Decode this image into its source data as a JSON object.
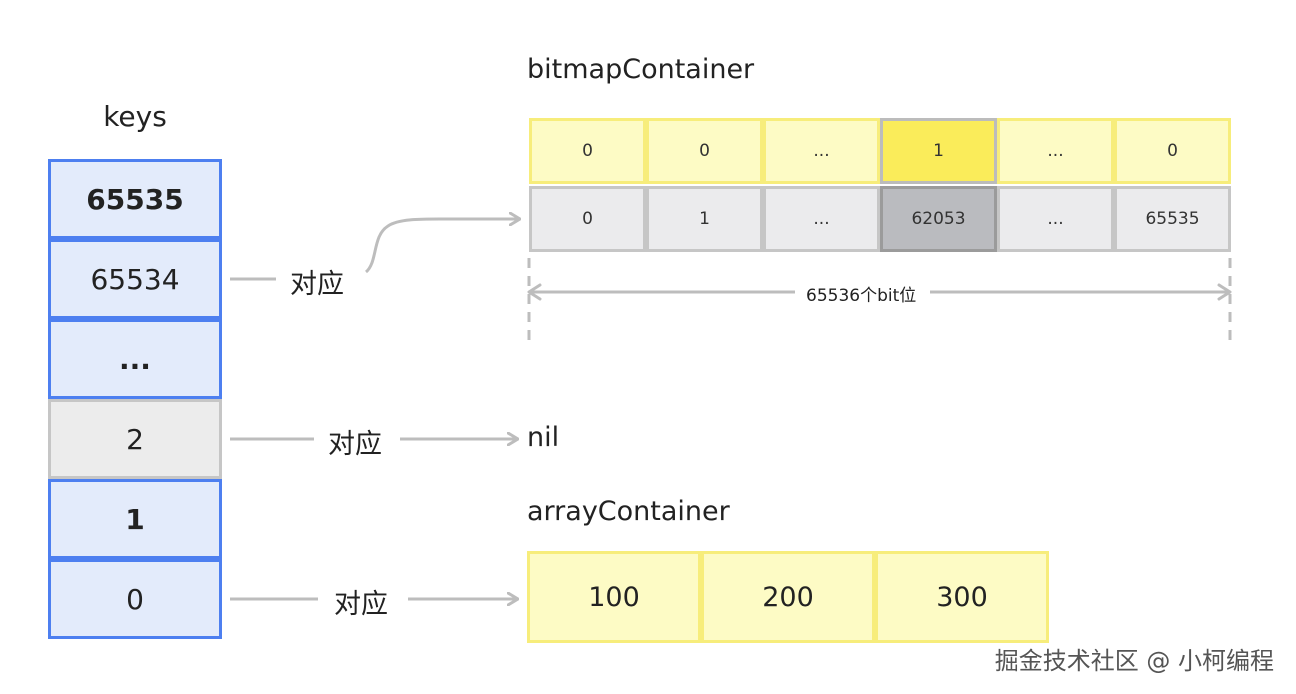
{
  "keys": {
    "title": "keys",
    "cells": [
      {
        "value": "65535",
        "style": "blue",
        "bold": true
      },
      {
        "value": "65534",
        "style": "blue",
        "bold": false
      },
      {
        "value": "...",
        "style": "blue",
        "bold": true
      },
      {
        "value": "2",
        "style": "gray",
        "bold": false
      },
      {
        "value": "1",
        "style": "blue",
        "bold": true
      },
      {
        "value": "0",
        "style": "blue",
        "bold": false
      }
    ]
  },
  "mappings": {
    "row65534_label": "对应",
    "row2_label": "对应",
    "row0_label": "对应"
  },
  "bitmap": {
    "title": "bitmapContainer",
    "bits": [
      "0",
      "0",
      "...",
      "1",
      "...",
      "0"
    ],
    "indices": [
      "0",
      "1",
      "...",
      "62053",
      "...",
      "65535"
    ],
    "active_index": 3,
    "span_label": "65536个bit位"
  },
  "nil_label": "nil",
  "array": {
    "title": "arrayContainer",
    "values": [
      "100",
      "200",
      "300"
    ]
  },
  "watermark": "掘金技术社区 @ 小柯编程",
  "colors": {
    "key_blue_fill": "#e3ebfb",
    "key_blue_border": "#4d7ff0",
    "gray_fill": "#ececec",
    "gray_border": "#c6c6c6",
    "yellow_fill": "#fdfbc5",
    "yellow_border": "#f7ed7b",
    "yellow_active": "#faec5a",
    "gray_active": "#babbbf",
    "arrow_gray": "#bdbdbd"
  }
}
